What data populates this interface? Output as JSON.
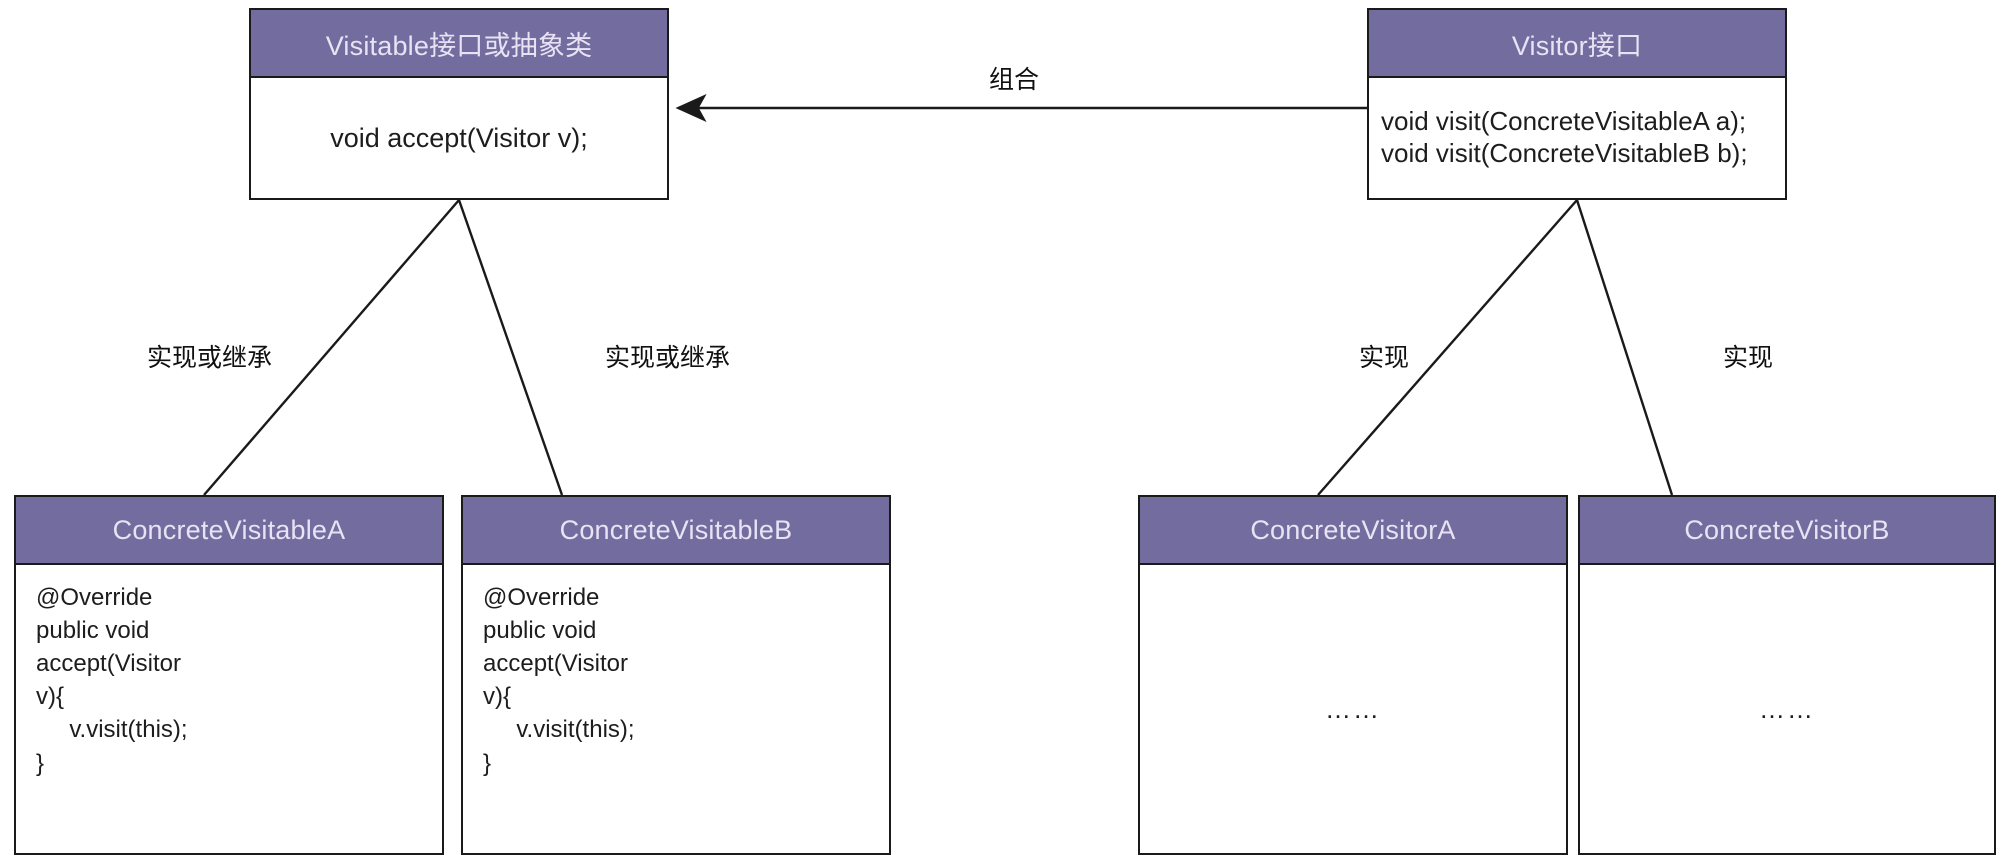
{
  "diagram": {
    "title": "Visitor Pattern UML Class Diagram",
    "type": "uml-class-diagram",
    "colors": {
      "header_fill": "#726d9e",
      "header_text": "#e8e2f4",
      "border": "#1a1a1a",
      "body_fill": "#ffffff",
      "line": "#1a1a1a",
      "label_text": "#101010"
    }
  },
  "nodes": {
    "visitable_interface": {
      "title": "Visitable接口或抽象类",
      "method": "void accept(Visitor v);"
    },
    "visitor_interface": {
      "title": "Visitor接口",
      "signatures": [
        "void visit(ConcreteVisitableA a);",
        "void visit(ConcreteVisitableB b);"
      ]
    },
    "concrete_visitable_a": {
      "title": "ConcreteVisitableA",
      "code_lines": [
        "@Override",
        "public void",
        "accept(Visitor",
        "v){",
        "     v.visit(this);",
        "}"
      ]
    },
    "concrete_visitable_b": {
      "title": "ConcreteVisitableB",
      "code_lines": [
        "@Override",
        "public void",
        "accept(Visitor",
        "v){",
        "     v.visit(this);",
        "}"
      ]
    },
    "concrete_visitor_a": {
      "title": "ConcreteVisitorA",
      "body": "……"
    },
    "concrete_visitor_b": {
      "title": "ConcreteVisitorB",
      "body": "……"
    }
  },
  "edges": {
    "composition": {
      "label": "组合",
      "from": "visitor_interface",
      "to": "visitable_interface",
      "style": "solid-arrow"
    },
    "visitable_a_impl": {
      "label": "实现或继承",
      "from": "concrete_visitable_a",
      "to": "visitable_interface",
      "style": "solid-line"
    },
    "visitable_b_impl": {
      "label": "实现或继承",
      "from": "concrete_visitable_b",
      "to": "visitable_interface",
      "style": "solid-line"
    },
    "visitor_a_impl": {
      "label": "实现",
      "from": "concrete_visitor_a",
      "to": "visitor_interface",
      "style": "solid-line"
    },
    "visitor_b_impl": {
      "label": "实现",
      "from": "concrete_visitor_b",
      "to": "visitor_interface",
      "style": "solid-line"
    }
  }
}
